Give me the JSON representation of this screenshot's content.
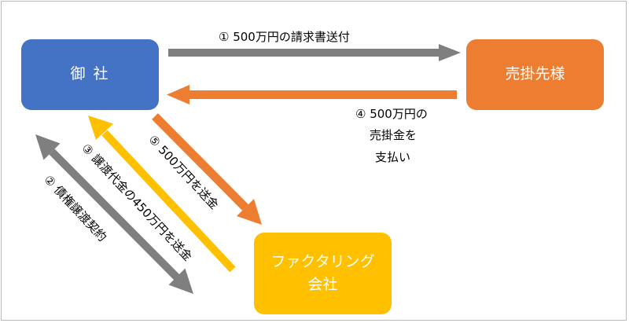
{
  "nodes": {
    "company": "御 社",
    "customer": "売掛先様",
    "factoring_line1": "ファクタリング",
    "factoring_line2": "会社"
  },
  "steps": {
    "step1": "① 500万円の請求書送付",
    "step2": "② 債権譲渡契約",
    "step3": "③ 譲渡代金の450万円を送金",
    "step4_line1": "④ 500万円の",
    "step4_line2": "売掛金を",
    "step4_line3": "支払い",
    "step5": "⑤ 500万円を送金"
  },
  "colors": {
    "company": "#4472c4",
    "customer": "#ed7d31",
    "factoring": "#ffc000",
    "gray_arrow": "#7f7f7f",
    "orange_arrow": "#ed7d31",
    "yellow_arrow": "#ffc000"
  }
}
